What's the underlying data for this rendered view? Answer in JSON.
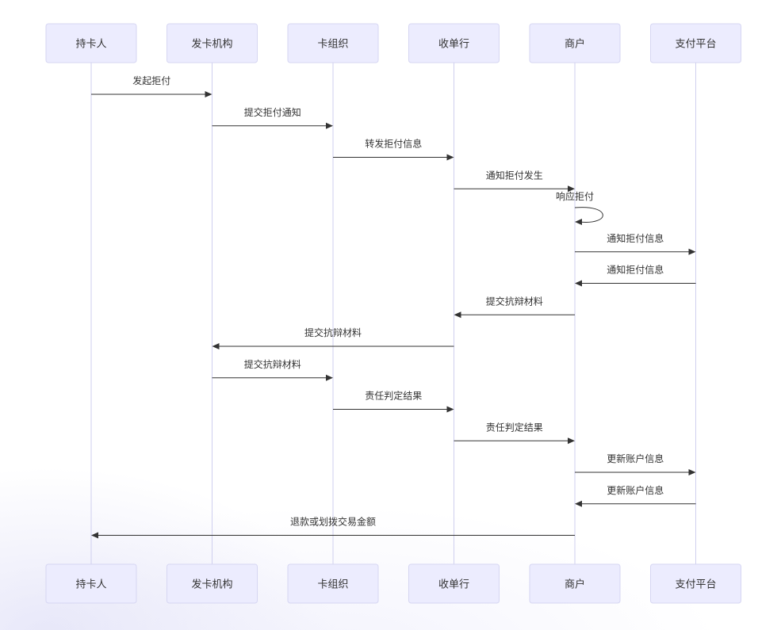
{
  "diagram": {
    "type": "sequence",
    "participants": [
      "持卡人",
      "发卡机构",
      "卡组织",
      "收单行",
      "商户",
      "支付平台"
    ],
    "messages": [
      {
        "from": 0,
        "to": 1,
        "label": "发起拒付"
      },
      {
        "from": 1,
        "to": 2,
        "label": "提交拒付通知"
      },
      {
        "from": 2,
        "to": 3,
        "label": "转发拒付信息"
      },
      {
        "from": 3,
        "to": 4,
        "label": "通知拒付发生"
      },
      {
        "from": 4,
        "to": 4,
        "label": "响应拒付"
      },
      {
        "from": 4,
        "to": 5,
        "label": "通知拒付信息"
      },
      {
        "from": 5,
        "to": 4,
        "label": "通知拒付信息"
      },
      {
        "from": 4,
        "to": 3,
        "label": "提交抗辩材料"
      },
      {
        "from": 3,
        "to": 1,
        "label": "提交抗辩材料"
      },
      {
        "from": 1,
        "to": 2,
        "label": "提交抗辩材料"
      },
      {
        "from": 2,
        "to": 3,
        "label": "责任判定结果"
      },
      {
        "from": 3,
        "to": 4,
        "label": "责任判定结果"
      },
      {
        "from": 4,
        "to": 5,
        "label": "更新账户信息"
      },
      {
        "from": 5,
        "to": 4,
        "label": "更新账户信息"
      },
      {
        "from": 4,
        "to": 0,
        "label": "退款或划拨交易金额"
      }
    ],
    "colors": {
      "actor_fill": "#ececfe",
      "actor_stroke": "#d6d6f2",
      "lifeline": "#cfcfef",
      "message": "#333333"
    }
  }
}
